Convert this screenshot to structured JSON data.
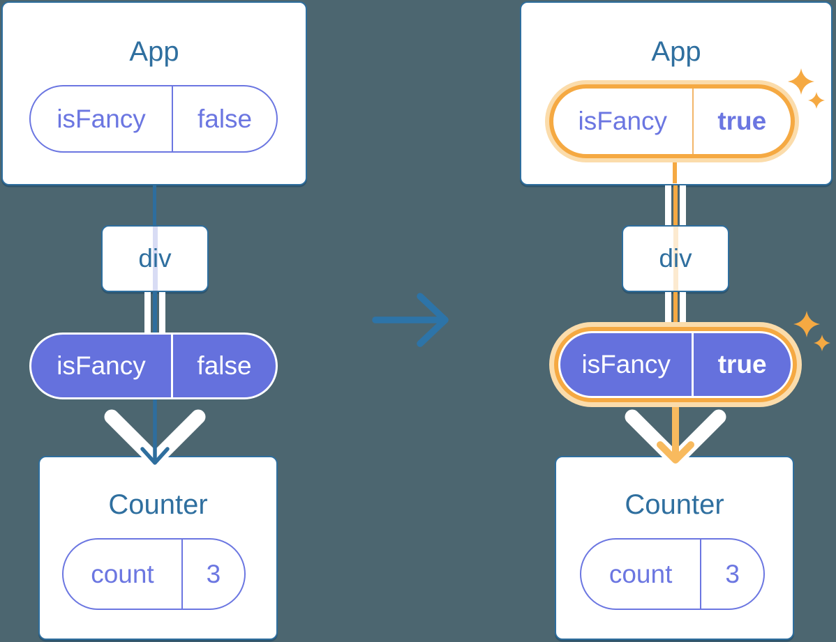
{
  "colors": {
    "background": "#4c6670",
    "box_border_blue": "#2e6e9e",
    "title_blue": "#2f6f9f",
    "purple_fill": "#6571dd",
    "purple_outline": "#6b76e1",
    "lavender_stripe": "#d8dcf4",
    "cream_stripe": "#fcead0",
    "highlight_orange": "#f5a942",
    "highlight_glow": "#fbdcab",
    "arrow_orange": "#f8ba5e",
    "transition_arrow_blue": "#2d74a8"
  },
  "before": {
    "app_title": "App",
    "app_prop_name": "isFancy",
    "app_prop_value": "false",
    "div_label": "div",
    "passed_prop_name": "isFancy",
    "passed_prop_value": "false",
    "counter_title": "Counter",
    "state_name": "count",
    "state_value": "3"
  },
  "after": {
    "app_title": "App",
    "app_prop_name": "isFancy",
    "app_prop_value": "true",
    "div_label": "div",
    "passed_prop_name": "isFancy",
    "passed_prop_value": "true",
    "counter_title": "Counter",
    "state_name": "count",
    "state_value": "3"
  }
}
